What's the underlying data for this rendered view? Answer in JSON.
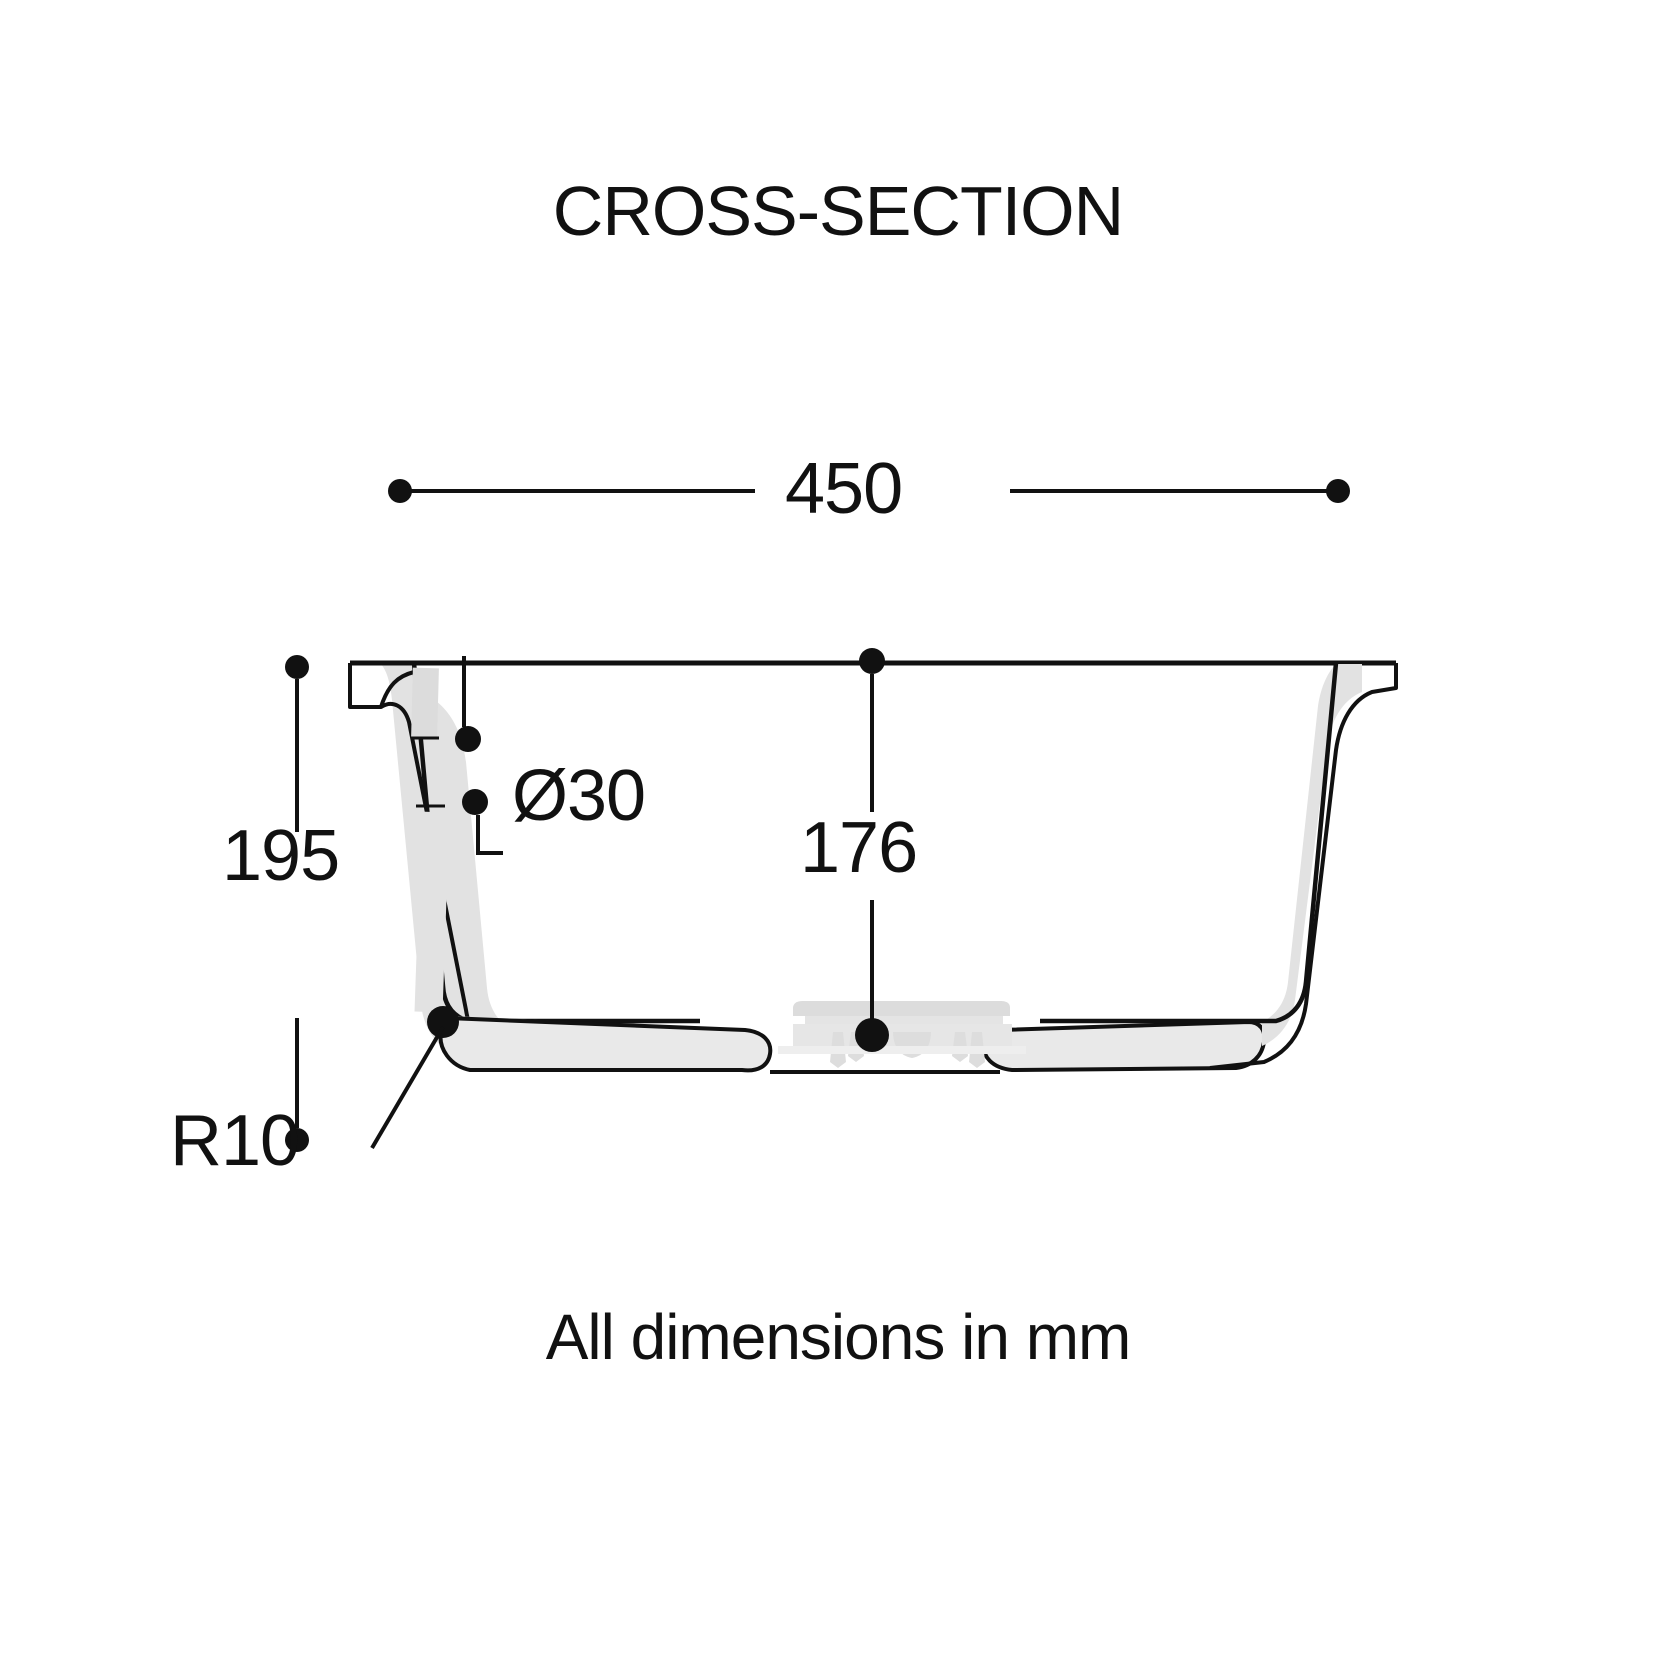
{
  "title": "CROSS-SECTION",
  "footer": "All dimensions in mm",
  "units": "mm",
  "colors": {
    "background": "#ffffff",
    "outline": "#111111",
    "wall_fill": "#e2e2e2",
    "drain_fill": "#e0e0e0",
    "text": "#111111"
  },
  "dimensions": {
    "width_overall": {
      "name": "450",
      "value": 450,
      "label": "450",
      "orientation": "horizontal",
      "terminator": "dot"
    },
    "height_overall": {
      "name": "195",
      "value": 195,
      "label": "195",
      "orientation": "vertical",
      "terminator": "dot"
    },
    "drain_diameter": {
      "name": "Ø30",
      "value": 30,
      "label": "Ø30",
      "orientation": "leader",
      "terminator": "dot"
    },
    "inner_depth": {
      "name": "176",
      "value": 176,
      "label": "176",
      "orientation": "vertical",
      "terminator": "dot"
    },
    "corner_radius": {
      "name": "R10",
      "value": 10,
      "label": "R10",
      "orientation": "leader",
      "terminator": "dot"
    }
  },
  "object": {
    "type": "basin-cross-section",
    "features": [
      "rim-lip",
      "tapered-wall",
      "rounded-inner-corner",
      "waste-drain-assembly"
    ]
  }
}
